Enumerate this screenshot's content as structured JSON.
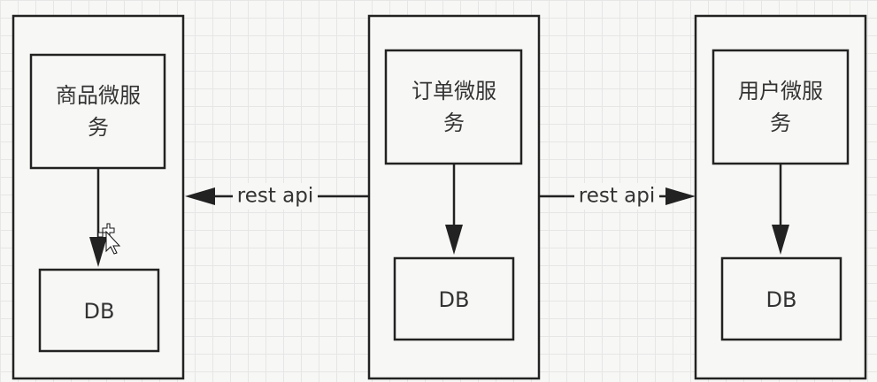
{
  "diagram": {
    "services": [
      {
        "name": "商品微服务",
        "name_line1": "商品微服",
        "name_line2": "务",
        "db": "DB"
      },
      {
        "name": "订单微服务",
        "name_line1": "订单微服",
        "name_line2": "务",
        "db": "DB"
      },
      {
        "name": "用户微服务",
        "name_line1": "用户微服",
        "name_line2": "务",
        "db": "DB"
      }
    ],
    "links": [
      {
        "from": "订单微服务",
        "to": "商品微服务",
        "label": "rest api"
      },
      {
        "from": "订单微服务",
        "to": "用户微服务",
        "label": "rest api"
      }
    ],
    "colors": {
      "stroke": "#222222",
      "grid": "#e6e6e6",
      "background": "#f7f7f5",
      "text": "#333333"
    }
  }
}
